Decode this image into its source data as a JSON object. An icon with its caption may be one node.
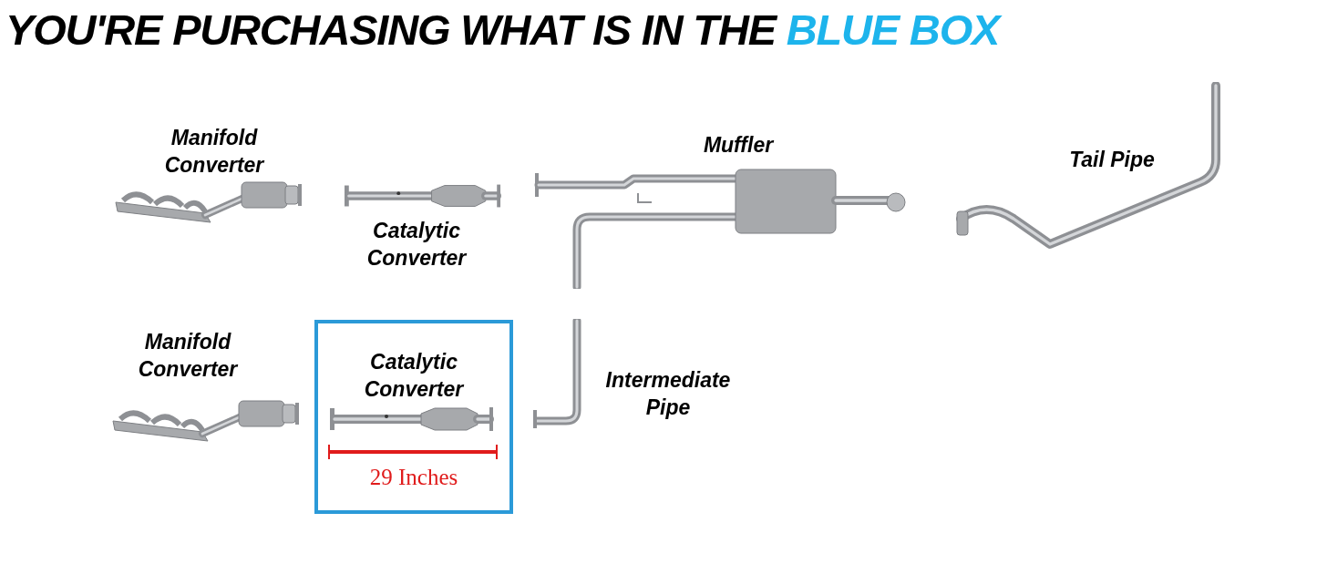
{
  "diagram": {
    "title": "YOU'RE PURCHASING WHAT IS IN THE BLUE BOX",
    "nodes": [
      {
        "text": [
          "Catalytic Converter"
        ]
      }
    ],
    "edges": [],
    "labels": [
      "Manifold Converter",
      "Muffler",
      "Tail Pipe",
      "Catalytic Converter",
      "Manifold Converter",
      "Intermediate Pipe",
      "29 Inches"
    ]
  }
}
